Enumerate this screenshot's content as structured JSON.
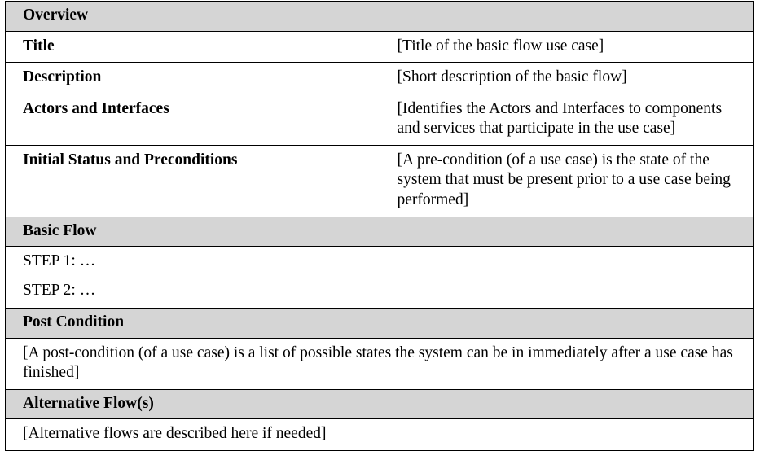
{
  "document": {
    "type": "use-case-template-table",
    "sections": [
      {
        "heading": "Overview",
        "rows": [
          {
            "label": "Title",
            "value": "[Title of the basic flow use case]"
          },
          {
            "label": "Description",
            "value": "[Short description of the basic flow]"
          },
          {
            "label": "Actors and Interfaces",
            "value": "[Identifies the Actors and Interfaces to components and services that participate in the use case]"
          },
          {
            "label": "Initial Status and Preconditions",
            "value": "[A pre-condition (of a use case) is the state of the system that must be present prior to a use case being performed]"
          }
        ]
      },
      {
        "heading": "Basic Flow",
        "steps": [
          "STEP 1: …",
          "STEP 2: …"
        ]
      },
      {
        "heading": "Post Condition",
        "body": "[A post-condition (of a use case) is a list of possible states the system can be in immediately after a use case has finished]"
      },
      {
        "heading": "Alternative Flow(s)",
        "body": "[Alternative flows are described here if needed]"
      }
    ]
  },
  "colors": {
    "section_header_fill": "#d5d5d5",
    "border": "#000000",
    "text": "#000000",
    "page_background": "#ffffff"
  }
}
